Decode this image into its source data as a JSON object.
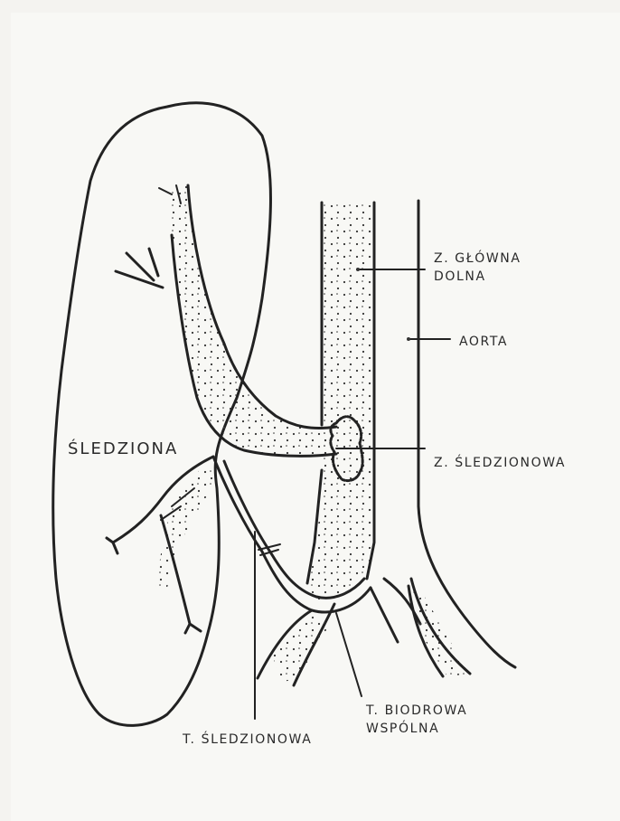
{
  "labels": {
    "spleen": "ŚLEDZIONA",
    "ivc_line1": "Z. GŁÓWNA",
    "ivc_line2": "DOLNA",
    "aorta": "AORTA",
    "splenic_vein": "Z. ŚLEDZIONOWA",
    "splenic_artery": "T. ŚLEDZIONOWA",
    "iliac_line1": "T. BIODROWA",
    "iliac_line2": "WSPÓLNA"
  },
  "colors": {
    "ink": "#222222",
    "paper": "#f8f8f5"
  }
}
